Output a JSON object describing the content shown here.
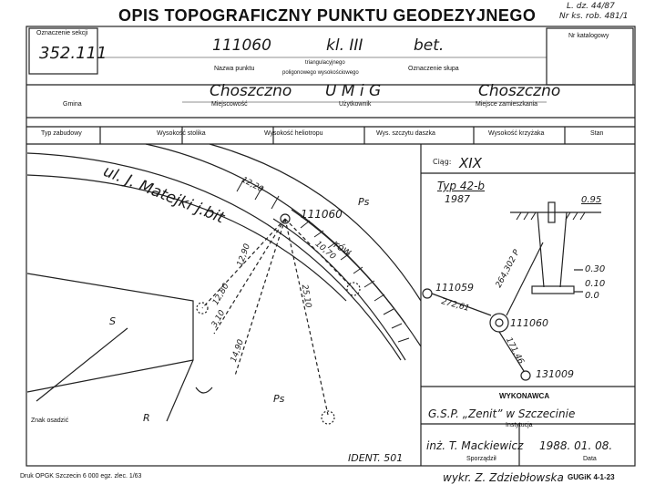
{
  "header": {
    "title": "OPIS TOPOGRAFICZNY PUNKTU GEODEZYJNEGO",
    "top_right_line1": "L. dz. 44/87",
    "top_right_line2": "Nr ks. rob. 481/1"
  },
  "section": {
    "label": "Oznaczenie sekcji",
    "value": "352.111"
  },
  "catalog": {
    "label": "Nr katalogowy"
  },
  "point": {
    "number": "111060",
    "klass": "kl. III",
    "pillar": "bet.",
    "name_label": "Nazwa punktu",
    "type_line1": "triangulacyjnego",
    "type_line2": "poligonowego wysokościowego",
    "pillar_label": "Oznaczenie słupa"
  },
  "location": {
    "gmina_label": "Gmina",
    "miejscowosc_label": "Miejscowość",
    "miejscowosc_value": "Choszczno",
    "uzytkownik_label": "Użytkownik",
    "uzytkownik_value": "U M i G",
    "zamieszkanie_label": "Miejsce zamieszkania",
    "zamieszkanie_value": "Choszczno"
  },
  "columns": [
    "Typ zabudowy",
    "Wysokość stolika",
    "Wysokość heliotropu",
    "Wys. szczytu daszka",
    "Wysokość krzyżaka",
    "Stan"
  ],
  "sketch": {
    "street": "ul. J. Matejki j.bit",
    "street_width": "12,20",
    "point": "111060",
    "rov": "rów",
    "dist1": "12,90",
    "dist2": "12,80",
    "dist3": "3,10",
    "dist4": "14,90",
    "dist5": "25,10",
    "dist6": "10,70",
    "ps_top": "Ps",
    "ps_bottom": "Ps",
    "s_label": "S",
    "r_label": "R",
    "znak_label": "Znak osadzić",
    "ident": "IDENT. 501"
  },
  "right_panel": {
    "ciag_label": "Ciąg:",
    "ciag_value": "XIX",
    "typ": "Typ 42-b",
    "year": "1987",
    "h1": "0.95",
    "h2": "0.30",
    "h3": "0.10",
    "h4": "0.0",
    "p1": "111059",
    "p2": "111060",
    "p3": "131009",
    "a1": "272,61",
    "a2": "264,302 P",
    "a3": "171,46"
  },
  "executor": {
    "label": "WYKONAWCA",
    "institution": "G.S.P. „Zenit” w Szczecinie",
    "institution_label": "Instytucja",
    "author": "inż. T. Mackiewicz",
    "date": "1988. 01. 08.",
    "author_label": "Sporządził",
    "date_label": "Data"
  },
  "footer": {
    "print": "Druk OPGK Szczecin 6 000 egz. zlec. 1/63",
    "drawn": "wykr. Z. Zdziebłowska",
    "code": "GUGiK 4-1-23"
  }
}
